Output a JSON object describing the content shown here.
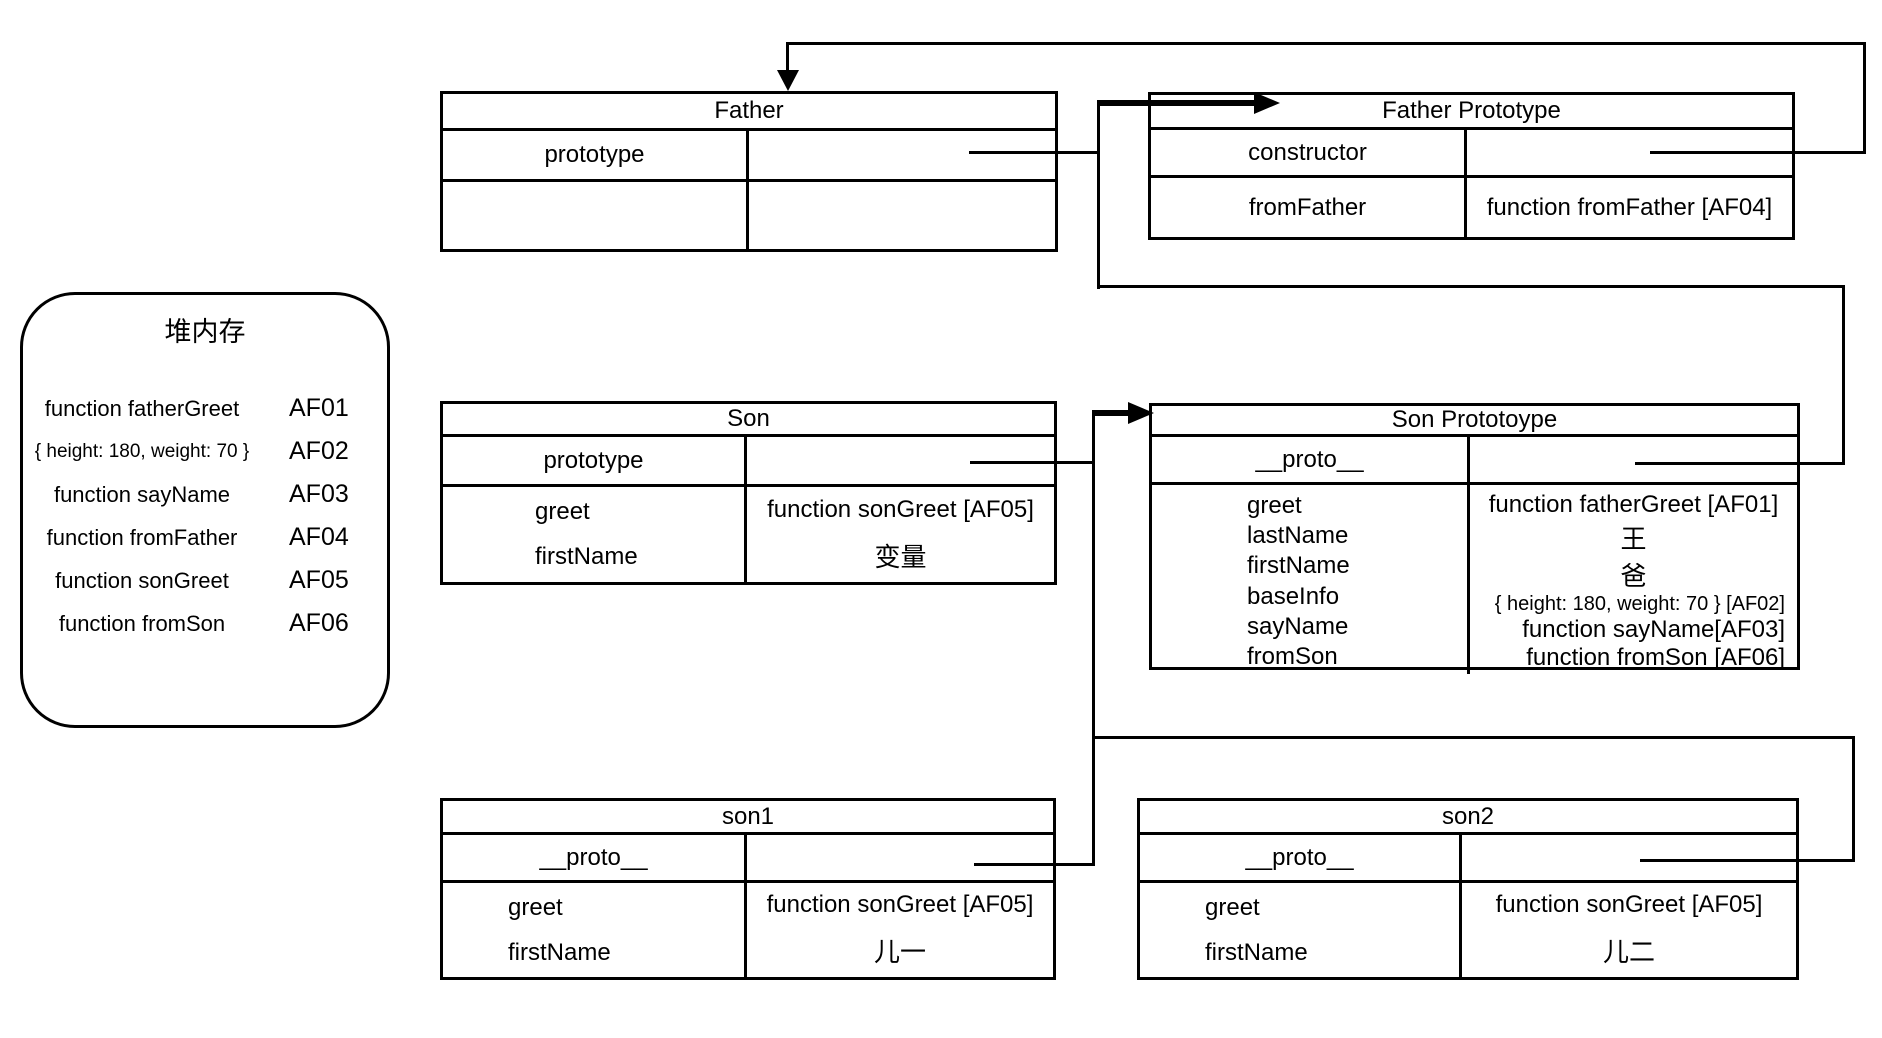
{
  "heap": {
    "title": "堆内存",
    "entries": [
      {
        "name": "function fatherGreet",
        "addr": "AF01"
      },
      {
        "name": "{ height: 180, weight: 70 }",
        "addr": "AF02"
      },
      {
        "name": "function sayName",
        "addr": "AF03"
      },
      {
        "name": "function fromFather",
        "addr": "AF04"
      },
      {
        "name": "function sonGreet",
        "addr": "AF05"
      },
      {
        "name": "function fromSon",
        "addr": "AF06"
      }
    ]
  },
  "boxes": {
    "father": {
      "title": "Father",
      "rows": [
        {
          "key": "prototype",
          "value": ""
        },
        {
          "key": "",
          "value": ""
        }
      ]
    },
    "father_prototype": {
      "title": "Father Prototype",
      "rows": [
        {
          "key": "constructor",
          "value": ""
        },
        {
          "key": "fromFather",
          "value": "function fromFather [AF04]"
        }
      ]
    },
    "son": {
      "title": "Son",
      "rows": [
        {
          "key": "prototype",
          "value": ""
        }
      ],
      "members": [
        {
          "key": "greet",
          "value": "function sonGreet [AF05]"
        },
        {
          "key": "firstName",
          "value": "变量"
        }
      ]
    },
    "son_prototype": {
      "title": "Son Prototoype",
      "rows": [
        {
          "key": "__proto__",
          "value": ""
        }
      ],
      "member_keys": [
        "greet",
        "lastName",
        "firstName",
        "baseInfo",
        "sayName",
        "fromSon"
      ],
      "member_values": [
        "function fatherGreet [AF01]",
        "王",
        "爸",
        "{ height: 180, weight: 70 } [AF02]",
        "function sayName[AF03]",
        "function fromSon [AF06]"
      ]
    },
    "son1": {
      "title": "son1",
      "rows": [
        {
          "key": "__proto__",
          "value": ""
        }
      ],
      "members": [
        {
          "key": "greet",
          "value": "function sonGreet [AF05]"
        },
        {
          "key": "firstName",
          "value": "儿一"
        }
      ]
    },
    "son2": {
      "title": "son2",
      "rows": [
        {
          "key": "__proto__",
          "value": ""
        }
      ],
      "members": [
        {
          "key": "greet",
          "value": "function sonGreet [AF05]"
        },
        {
          "key": "firstName",
          "value": "儿二"
        }
      ]
    }
  },
  "connections": [
    {
      "from": "Father.prototype",
      "to": "Father Prototype"
    },
    {
      "from": "Father Prototype.constructor",
      "to": "Father"
    },
    {
      "from": "Son Prototoype.__proto__",
      "to": "Father Prototype"
    },
    {
      "from": "Son.prototype",
      "to": "Son Prototoype"
    },
    {
      "from": "son1.__proto__",
      "to": "Son Prototoype"
    },
    {
      "from": "son2.__proto__",
      "to": "Son Prototoype"
    }
  ],
  "colors": {
    "line": "#000000",
    "background": "#ffffff"
  }
}
